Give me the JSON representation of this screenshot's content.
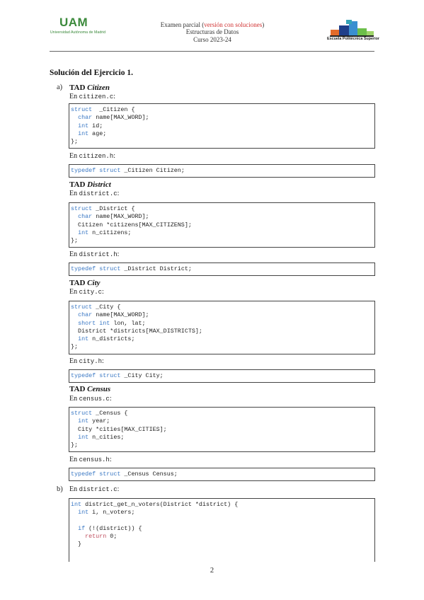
{
  "header": {
    "uam_mark": "UAM",
    "uam_sub": "Universidad Autónoma de Madrid",
    "line1_prefix": "Examen parcial (",
    "line1_red": "versión con soluciones",
    "line1_suffix": ")",
    "line2": "Estructuras de Datos",
    "line3": "Curso 2023-24",
    "eps_text": "Escuela Politécnica Superior"
  },
  "section_title": "Solución del Ejercicio 1.",
  "part_a_marker": "a)",
  "part_b_marker": "b)",
  "intro_prefix": "En",
  "tads": [
    {
      "title_prefix": "TAD",
      "title_name": "Citizen",
      "c_file": "citizen.c",
      "h_file": "citizen.h",
      "c_code": [
        [
          [
            "kw",
            "struct"
          ],
          [
            "",
            "  _Citizen {"
          ]
        ],
        [
          [
            "",
            "  "
          ],
          [
            "kw",
            "char"
          ],
          [
            "",
            " name[MAX_WORD];"
          ]
        ],
        [
          [
            "",
            "  "
          ],
          [
            "kw",
            "int"
          ],
          [
            "",
            " id;"
          ]
        ],
        [
          [
            "",
            "  "
          ],
          [
            "kw",
            "int"
          ],
          [
            "",
            " age;"
          ]
        ],
        [
          [
            "",
            "};"
          ]
        ]
      ],
      "h_code": [
        [
          [
            "kw",
            "typedef"
          ],
          [
            "",
            " "
          ],
          [
            "kw",
            "struct"
          ],
          [
            "",
            " _Citizen Citizen;"
          ]
        ]
      ]
    },
    {
      "title_prefix": "TAD",
      "title_name": "District",
      "c_file": "district.c",
      "h_file": "district.h",
      "c_code": [
        [
          [
            "kw",
            "struct"
          ],
          [
            "",
            " _District {"
          ]
        ],
        [
          [
            "",
            "  "
          ],
          [
            "kw",
            "char"
          ],
          [
            "",
            " name[MAX_WORD];"
          ]
        ],
        [
          [
            "",
            "  Citizen *citizens[MAX_CITIZENS];"
          ]
        ],
        [
          [
            "",
            "  "
          ],
          [
            "kw",
            "int"
          ],
          [
            "",
            " n_citizens;"
          ]
        ],
        [
          [
            "",
            "};"
          ]
        ]
      ],
      "h_code": [
        [
          [
            "kw",
            "typedef"
          ],
          [
            "",
            " "
          ],
          [
            "kw",
            "struct"
          ],
          [
            "",
            " _District District;"
          ]
        ]
      ]
    },
    {
      "title_prefix": "TAD",
      "title_name": "City",
      "c_file": "city.c",
      "h_file": "city.h",
      "c_code": [
        [
          [
            "kw",
            "struct"
          ],
          [
            "",
            " _City {"
          ]
        ],
        [
          [
            "",
            "  "
          ],
          [
            "kw",
            "char"
          ],
          [
            "",
            " name[MAX_WORD];"
          ]
        ],
        [
          [
            "",
            "  "
          ],
          [
            "kw",
            "short"
          ],
          [
            "",
            " "
          ],
          [
            "kw",
            "int"
          ],
          [
            "",
            " lon, lat;"
          ]
        ],
        [
          [
            "",
            "  District *districts[MAX_DISTRICTS];"
          ]
        ],
        [
          [
            "",
            "  "
          ],
          [
            "kw",
            "int"
          ],
          [
            "",
            " n_districts;"
          ]
        ],
        [
          [
            "",
            "};"
          ]
        ]
      ],
      "h_code": [
        [
          [
            "kw",
            "typedef"
          ],
          [
            "",
            " "
          ],
          [
            "kw",
            "struct"
          ],
          [
            "",
            " _City City;"
          ]
        ]
      ]
    },
    {
      "title_prefix": "TAD",
      "title_name": "Census",
      "c_file": "census.c",
      "h_file": "census.h",
      "c_code": [
        [
          [
            "kw",
            "struct"
          ],
          [
            "",
            " _Census {"
          ]
        ],
        [
          [
            "",
            "  "
          ],
          [
            "kw",
            "int"
          ],
          [
            "",
            " year;"
          ]
        ],
        [
          [
            "",
            "  City *cities[MAX_CITIES];"
          ]
        ],
        [
          [
            "",
            "  "
          ],
          [
            "kw",
            "int"
          ],
          [
            "",
            " n_cities;"
          ]
        ],
        [
          [
            "",
            "};"
          ]
        ]
      ],
      "h_code": [
        [
          [
            "kw",
            "typedef"
          ],
          [
            "",
            " "
          ],
          [
            "kw",
            "struct"
          ],
          [
            "",
            " _Census Census;"
          ]
        ]
      ]
    }
  ],
  "part_b": {
    "file": "district.c",
    "code": [
      [
        [
          "kw",
          "int"
        ],
        [
          "",
          " district_get_n_voters(District *district) {"
        ]
      ],
      [
        [
          "",
          "  "
        ],
        [
          "kw",
          "int"
        ],
        [
          "",
          " i, n_voters;"
        ]
      ],
      [
        [
          "",
          ""
        ]
      ],
      [
        [
          "",
          "  "
        ],
        [
          "kw",
          "if"
        ],
        [
          "",
          " (!(district)) {"
        ]
      ],
      [
        [
          "",
          "    "
        ],
        [
          "kr",
          "return"
        ],
        [
          "",
          " 0;"
        ]
      ],
      [
        [
          "",
          "  }"
        ]
      ],
      [
        [
          "",
          ""
        ]
      ]
    ]
  },
  "page_number": "2",
  "colors": {
    "keyword": "#3a78c4",
    "return_keyword": "#c05060",
    "header_red": "#d03030",
    "uam_green": "#3c8a3c"
  }
}
